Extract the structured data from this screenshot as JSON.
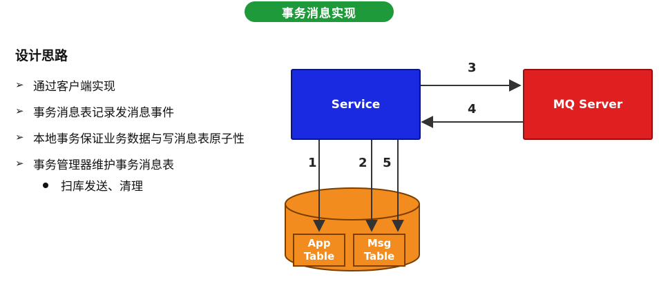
{
  "title": "事务消息实现",
  "heading": "设计思路",
  "bullets": [
    "通过客户端实现",
    "事务消息表记录发消息事件",
    "本地事务保证业务数据与写消息表原子性",
    "事务管理器维护事务消息表"
  ],
  "sub_bullet": "扫库发送、清理",
  "diagram": {
    "service_label": "Service",
    "mq_label": "MQ Server",
    "steps": [
      "1",
      "2",
      "3",
      "4",
      "5"
    ],
    "app_table": [
      "App",
      "Table"
    ],
    "msg_table": [
      "Msg",
      "Table"
    ]
  },
  "colors": {
    "title_bg": "#1e9a3a",
    "service": "#1a2ae0",
    "mq": "#e02020",
    "db": "#f28c1e"
  }
}
